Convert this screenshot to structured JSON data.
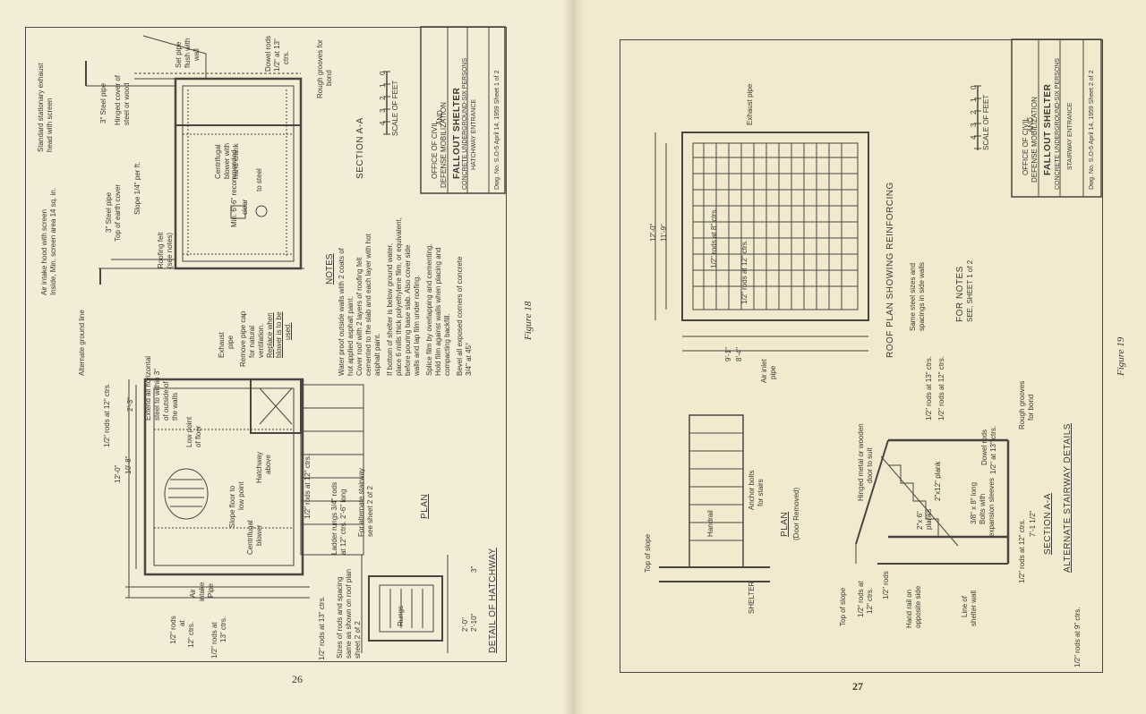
{
  "left_page": {
    "page_number": "26",
    "figure_caption": "Figure 18",
    "title_block": {
      "office": "OFFICE OF CIVIL",
      "and": "AND",
      "office2": "DEFENSE MOBILIZATION",
      "title": "FALLOUT SHELTER",
      "subtitle1": "CONCRETE UNDERGROUND-SIX PERSONS",
      "subtitle2": "HATCHWAY ENTRANCE",
      "dwg": "Dwg. No. S.O-5 April 14, 1959 Sheet 1 of 2"
    },
    "scale_label": "SCALE OF FEET",
    "scale_ticks": [
      "0",
      "1",
      "2",
      "3",
      "4"
    ],
    "section_title": "SECTION A-A",
    "plan_title": "PLAN",
    "detail_title": "DETAIL OF HATCHWAY",
    "notes_title": "NOTES",
    "notes": [
      "Water proof outside walls with 2 coats of",
      "hot applied asphalt paint.",
      "Cover roof with 2 layers of roofing felt",
      "cemented to the slab and each layer with hot",
      "asphalt paint.",
      "If bottom of shelter is below ground water,",
      "place 6 mills thick polyethylene film, or equivalent,",
      "before pouring base slab. Also cover side",
      "walls and lap film under roofing.",
      "Splice film by overlapping and cementing.",
      "Hold film against walls when placing and",
      "compacting backfill.",
      "Bevel all exposed corners of concrete",
      "3/4\" at 45°"
    ],
    "labels": {
      "exhaust_head": "Standard stationary exhaust",
      "exhaust_head2": "head with screen",
      "intake_hood": "Air intake hood with screen",
      "intake_hood2": "Inside, Min. screen area 14 sq. in.",
      "ground_line": "Alternate ground line",
      "steel_pipe3": "3\" Steel pipe",
      "steel_pipe3b": "3\" Steel pipe",
      "top_earth": "Top of earth cover",
      "slope": "Slope 1/4\" per ft.",
      "hinged_cover": "Hinged cover of",
      "hinged_cover2": "steel or wood",
      "set_pipe": "Set pipe",
      "set_pipe2": "flush with",
      "set_pipe3": "wall",
      "dowel": "Dowel rods",
      "dowel2": "1/2\" at 13\"",
      "dowel3": "ctrs.",
      "rough": "Rough grooves for",
      "rough2": "bond",
      "roofing_felt": "Roofing felt",
      "see_notes": "(see notes)",
      "centrifugal": "Centrifugal",
      "blower_crank": "blower with",
      "hand_crank": "hand crank",
      "clear": "clear",
      "to_steel": "to steel",
      "min_rec": "Min. 6'-6\" recommended",
      "remove_cap": "Remove pipe cap",
      "natural": "for natural",
      "ventilation": "ventilation.",
      "replace": "Replace when",
      "blower_used": "blower is to be",
      "used": "used.",
      "exhaust_pipe": "Exhaust",
      "exhaust_pipe2": "pipe",
      "extend": "Extend all horizontal",
      "extend2": "steel to within 3\"",
      "extend3": "of outside of",
      "extend4": "the walls",
      "low_point": "Low point",
      "of_floor": "of floor",
      "hatchway_above": "Hatchway",
      "hatchway_above2": "above",
      "slope_floor": "Slope floor to",
      "slope_floor2": "low point",
      "centrifugal_b": "Centrifugal",
      "blower": "blower",
      "air_intake": "Air",
      "air_intake2": "intake",
      "air_intake3": "Pipe",
      "ladder": "Ladder rungs 3/4\" rods",
      "ladder2": "at 12\" ctrs. 2'-6\" long",
      "alt_stair": "For alternate stairway",
      "alt_stair2": "see sheet 2 of 2",
      "sizes": "Sizes of rods and spacing",
      "sizes2": "same as shown on roof plan",
      "sizes3": "sheet 2 of 2",
      "rungs": "Rungs",
      "rods_13": "1/2\" rods at 13\" ctrs.",
      "rods_12": "1/2\" rods at 12\" ctrs.",
      "rods_12b": "1/2\" rods at 12\" ctrs.",
      "rods_left": "1/2\" rods",
      "rods_left2": "at",
      "rods_left3": "12\" ctrs.",
      "rods_left4": "1/2\" rods at",
      "rods_left5": "13\" ctrs.",
      "dim_12_0": "12'-0\"",
      "dim_10_8": "10'-8\"",
      "dim_2_3": "2'-3\"",
      "dim_2_0": "2'-0\"",
      "dim_2_10": "2'-10\"",
      "dim_3": "3\""
    }
  },
  "right_page": {
    "page_number": "27",
    "figure_caption": "Figure 19",
    "title_block": {
      "office": "OFFICE OF CIVIL",
      "and": "AND",
      "office2": "DEFENSE MOBILIZATION",
      "title": "FALLOUT SHELTER",
      "subtitle1": "CONCRETE UNDERGROUND-SIX PERSONS",
      "subtitle2": "STAIRWAY ENTRANCE",
      "dwg": "Dwg. No. S.O-5 April 14, 1959 Sheet 2 of 2"
    },
    "scale_label": "SCALE OF FEET",
    "scale_ticks": [
      "0",
      "1",
      "2",
      "3",
      "4"
    ],
    "roof_plan_title": "ROOF PLAN SHOWING REINFORCING",
    "for_notes": "FOR NOTES",
    "for_notes2": "SEE, SHEET 1 of 2",
    "section_title": "SECTION A-A",
    "alt_title": "ALTERNATE STAIRWAY DETAILS",
    "plan_title": "PLAN",
    "plan_sub": "(Door Removed)",
    "labels": {
      "exhaust_pipe": "Exhaust pipe",
      "air_inlet": "Air inlet",
      "air_inlet2": "pipe",
      "rods_8": "1/2\" rods at 8\" ctrs.",
      "rods_12": "1/2\" rods at 12\" ctrs.",
      "dim_12_0": "12'-0\"",
      "dim_11_9": "11'-9\"",
      "dim_8_4": "8'-4\"",
      "dim_9_1": "9'-1\"",
      "same_steel": "Same steel sizes and",
      "same_steel2": "spacings in side walls",
      "top_slope": "Top of slope",
      "handrail": "Handrail",
      "anchor": "Anchor bolts",
      "anchor2": "for stairs",
      "shelter": "SHELTER",
      "hinged_door": "Hinged metal or wooden",
      "hinged_door2": "door to suit",
      "rods_13": "1/2\" rods at 13\" ctrs.",
      "rods_12b": "1/2\" rods at 12\" ctrs.",
      "dowel": "Dowel rods",
      "dowel2": "1/2\" at 13\" ctrs.",
      "rough": "Rough grooves",
      "rough2": "for bond",
      "plank": "2\"x12\" plank",
      "planks": "2\"x 6\"",
      "planks2": "planks",
      "bolts": "3/8\" x 8\" long",
      "bolts2": "Bolts with",
      "bolts3": "expansion sleeves",
      "rods_12c": "1/2\" rods at 12\" ctrs.",
      "dim_7_1": "7'-1 1/2\"",
      "top_slope2": "Top of slope",
      "rods_12d": "1/2\" rods at",
      "rods_12d2": "12\" ctrs.",
      "rods_half": "1/2\" rods",
      "hand_rail_opp": "Hand rail on",
      "hand_rail_opp2": "opposite side",
      "shelter_wall": "Line of",
      "shelter_wall2": "shelter wall",
      "rods_9": "1/2\" rods at 9\" ctrs."
    }
  }
}
